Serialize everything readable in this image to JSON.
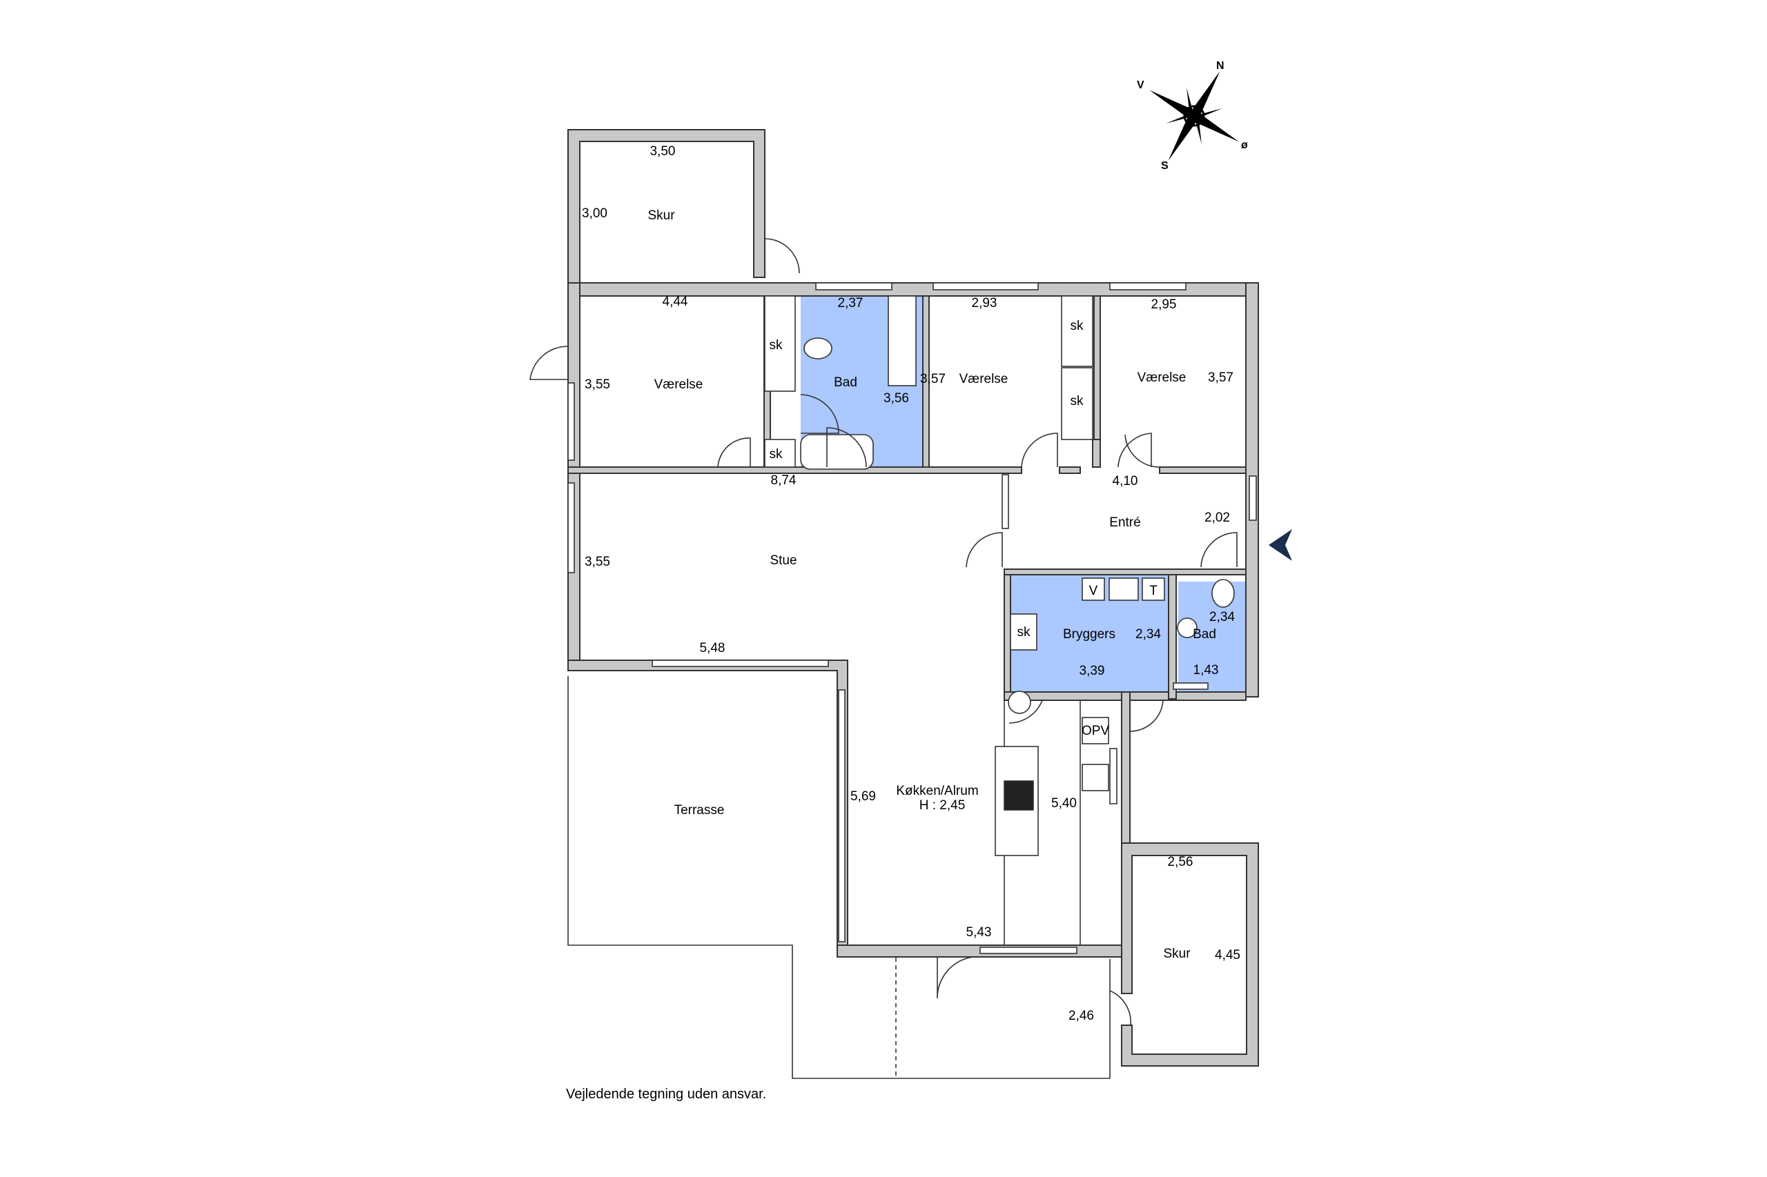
{
  "rooms": {
    "shed_top": "Skur",
    "room_left": "Værelse",
    "bath_top": "Bad",
    "room_mid": "Værelse",
    "room_right": "Værelse",
    "entry": "Entré",
    "living": "Stue",
    "utility": "Bryggers",
    "bath_small": "Bad",
    "kitchen": "Køkken/Alrum",
    "kitchen_height": "H : 2,45",
    "terrace": "Terrasse",
    "shed_bottom": "Skur"
  },
  "fixtures": {
    "closet": "sk",
    "washer": "V",
    "dryer": "T",
    "opv": "OPV"
  },
  "dimensions": {
    "shed_top_w": "3,50",
    "shed_top_h": "3,00",
    "room_left_w": "4,44",
    "room_left_h": "3,55",
    "bath_top_w": "2,37",
    "bath_top_h": "3,56",
    "room_mid_w": "2,93",
    "room_mid_h": "3,57",
    "room_right_w": "2,95",
    "room_right_h": "3,57",
    "living_top": "8,74",
    "entry_w": "4,10",
    "entry_h": "2,02",
    "living_h": "3,55",
    "living_bottom": "5,48",
    "utility_w": "3,39",
    "utility_h": "2,34",
    "bath_small_h": "2,34",
    "bath_small_w": "1,43",
    "kitchen_h": "5,69",
    "kitchen_h2": "5,40",
    "kitchen_bottom": "5,43",
    "shed_bottom_w": "2,56",
    "shed_bottom_h": "4,45",
    "passage": "2,46"
  },
  "compass": {
    "n": "N",
    "v": "V",
    "o": "ø",
    "s": "S"
  },
  "footer_note": "Vejledende tegning uden ansvar.",
  "colors": {
    "wet_room": "#abc8ff",
    "wall": "#c8c8c8",
    "entry_arrow": "#1a2f4f"
  }
}
